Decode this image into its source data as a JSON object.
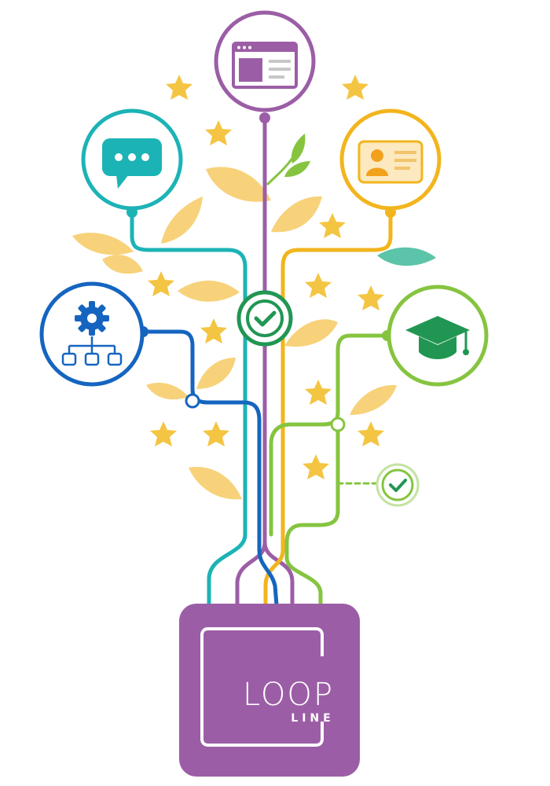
{
  "logo": {
    "line1": "LOOP",
    "line2": "LINE"
  },
  "colors": {
    "purple": "#9b5ea6",
    "teal": "#1cb3b6",
    "yellow": "#f2b51d",
    "green": "#86c440",
    "blue": "#1565c0",
    "darkgreen": "#219653",
    "leaf": "#f7d27a",
    "star": "#f4c542",
    "background": "#ffffff"
  },
  "nodes": [
    {
      "id": "browser",
      "icon": "browser-window-icon",
      "color": "purple"
    },
    {
      "id": "chat",
      "icon": "chat-bubble-icon",
      "color": "teal"
    },
    {
      "id": "profile",
      "icon": "id-card-icon",
      "color": "yellow"
    },
    {
      "id": "settings",
      "icon": "gear-hierarchy-icon",
      "color": "blue"
    },
    {
      "id": "education",
      "icon": "graduation-cap-icon",
      "color": "green"
    },
    {
      "id": "center-check",
      "icon": "checkmark-icon",
      "color": "darkgreen"
    },
    {
      "id": "side-check",
      "icon": "checkmark-icon",
      "color": "green"
    }
  ]
}
